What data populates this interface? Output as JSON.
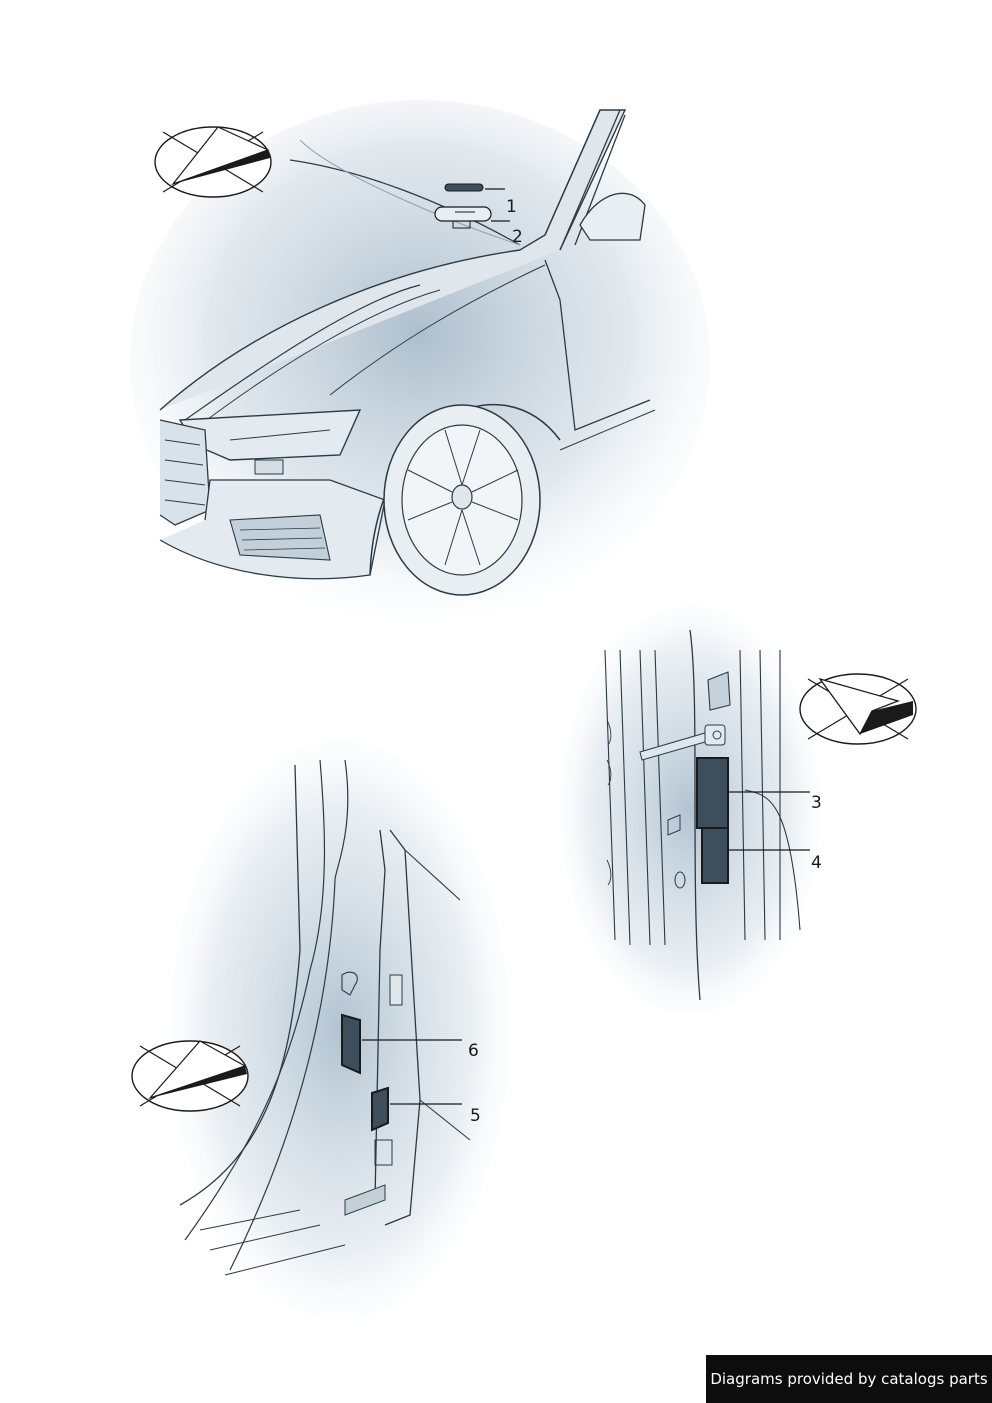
{
  "callouts": [
    "1",
    "2",
    "3",
    "4",
    "5",
    "6"
  ],
  "credit": "Diagrams provided by catalogs parts",
  "colors": {
    "shade": "#c9d6e0",
    "shade_dark": "#9fb3c3",
    "line": "#2b3a45",
    "label_fill": "#3d4f5c",
    "credit_bg": "#0d0d0d"
  },
  "icons": [
    "direction-compass-icon",
    "direction-compass-icon",
    "direction-compass-icon"
  ]
}
